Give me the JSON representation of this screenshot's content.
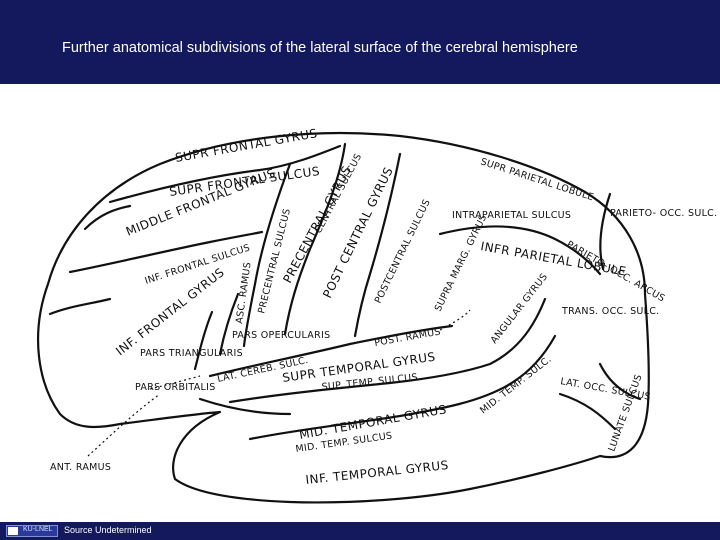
{
  "header": {
    "title": "Further anatomical subdivisions of the lateral surface of the cerebral hemisphere"
  },
  "footer": {
    "source": "Source Undetermined",
    "logo_text": "KU-LNEL",
    "bar_color": "#13195c"
  },
  "diagram": {
    "labels": {
      "supr_frontal_gyrus": "SUPR FRONTAL GYRUS",
      "supr_frontal_sulcus": "SUPR FRONTAL SULCUS",
      "middle_frontal_gyrus": "MIDDLE FRONTAL GYRUS",
      "inf_frontal_sulcus": "INF. FRONTAL SULCUS",
      "inf_frontal_gyrus": "INF. FRONTAL GYRUS",
      "precentral_sulcus": "PRECENTRAL SULCUS",
      "precentral_gyrus": "PRECENTRAL GYRUS",
      "central_sulcus": "CENTRAL SULCUS",
      "post_central_gyrus": "POST CENTRAL GYRUS",
      "postcentral_sulcus": "POSTCENTRAL SULCUS",
      "supr_parietal_lobule": "SUPR PARIETAL LOBULE",
      "intraparietal_sulcus": "INTRAPARIETAL SULCUS",
      "infr_parietal_lobule": "INFR PARIETAL LOBULE",
      "parieto_occ_sulc": "PARIETO- OCC. SULC.",
      "parieto_occ_arcus": "PARIETO- OCC. ARCUS",
      "supra_marg_gyrus": "SUPRA MARG. GYRUS",
      "angular_gyrus": "ANGULAR GYRUS",
      "trans_occ_sulc": "TRANS. OCC. SULC.",
      "asc_ramus": "ASC. RAMUS",
      "pars_opercularis": "PARS OPERCULARIS",
      "pars_triangularis": "PARS TRIANGULARIS",
      "pars_orbitalis": "PARS ORBITALIS",
      "lat_cereb_sulc": "LAT. CEREB. SULC.",
      "post_ramus": "POST. RAMUS",
      "supr_temporal_gyrus": "SUPR TEMPORAL GYRUS",
      "sup_temp_sulcus": "SUP. TEMP. SULCUS",
      "mid_temp_sulc": "MID. TEMP. SULC.",
      "lat_occ_sulcus": "LAT. OCC. SULCUS",
      "lunate_sulcus": "LUNATE SULCUS",
      "mid_temporal_gyrus": "MID. TEMPORAL GYRUS",
      "mid_temp_sulcus": "MID. TEMP. SULCUS",
      "inf_temporal_gyrus": "INF. TEMPORAL GYRUS",
      "ant_ramus": "ANT. RAMUS"
    },
    "line_color": "#111111"
  }
}
